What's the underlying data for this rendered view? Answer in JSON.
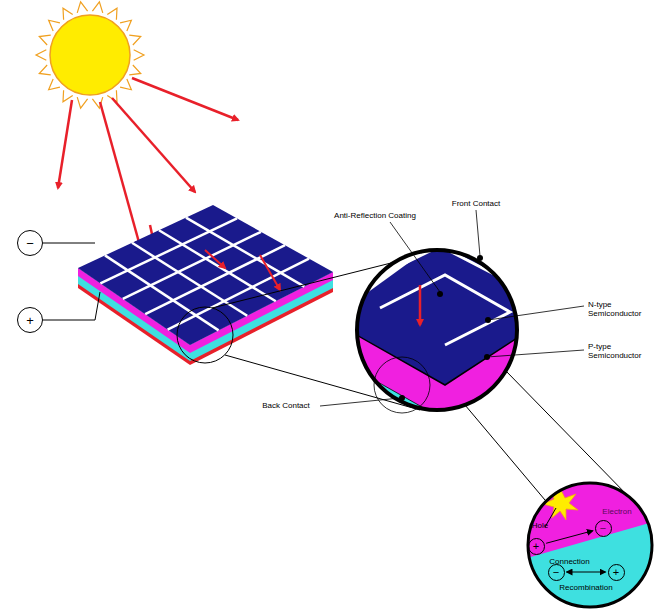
{
  "diagram": {
    "nodes": [
      {
        "text": [
          "−"
        ]
      },
      {
        "text": [
          "+"
        ]
      },
      {
        "text": [
          "+"
        ]
      },
      {
        "text": [
          "−"
        ]
      },
      {
        "text": [
          "−"
        ]
      },
      {
        "text": [
          "+"
        ]
      }
    ],
    "edges": [
      {
        "from": 2,
        "to": 3,
        "label": "Connection",
        "arrow": "to"
      },
      {
        "from": 4,
        "to": 5,
        "label": "Recombination",
        "arrow": "both"
      }
    ],
    "labels": [
      "Anti-Reflection Coating",
      "Front Contact",
      "N-type Semiconductor",
      "P-type Semiconductor",
      "Back Contact",
      "Hole",
      "Electron"
    ]
  }
}
